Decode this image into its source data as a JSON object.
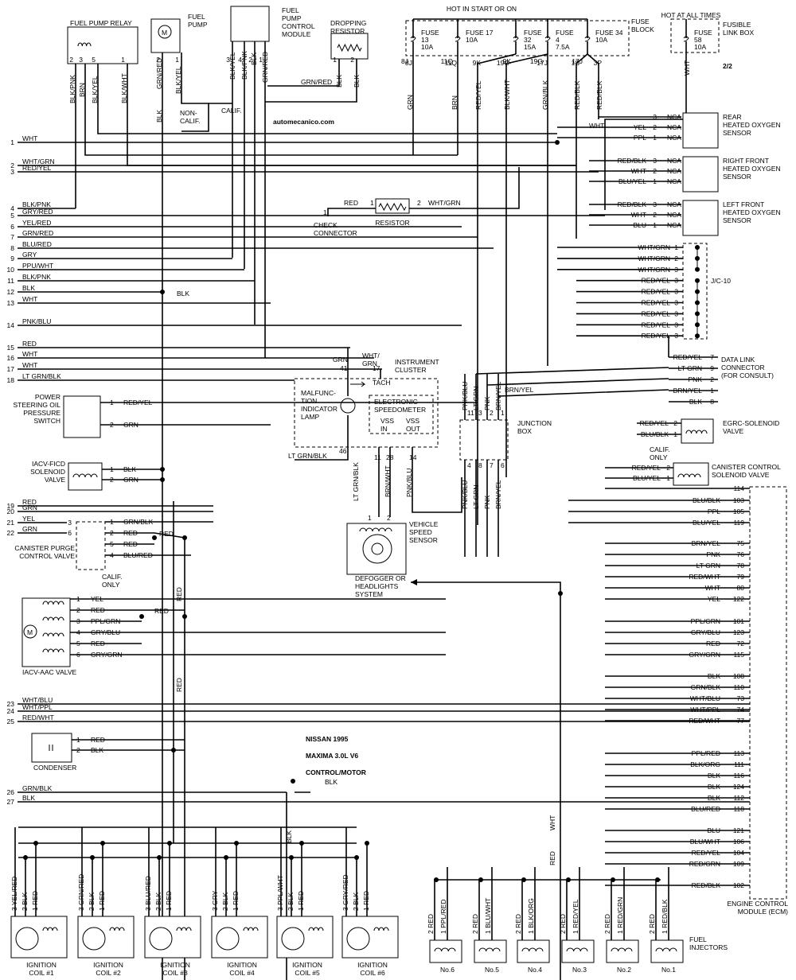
{
  "header": {
    "site": "automecanico.com",
    "page": "2/2",
    "hot_start": "HOT IN START OR ON",
    "hot_all": "HOT AT ALL TIMES",
    "fuse_block": "FUSE\nBLOCK",
    "fusible_box": "FUSIBLE\nLINK BOX"
  },
  "title": [
    "NISSAN 1995",
    "MAXIMA 3.0L V6",
    "CONTROL/MOTOR"
  ],
  "fuses": [
    {
      "label": "FUSE\n13\n10A",
      "pin": "8J",
      "wire": "GRN"
    },
    {
      "label": "FUSE 17\n10A",
      "pin": "11Q",
      "wire": "BRN"
    },
    {
      "label": "FUSE\n32\n15A",
      "pin": "9K",
      "wire": "RED/YEL"
    },
    {
      "label": "FUSE\n4\n7.5A",
      "pin": "19G",
      "wire": "BLK/WHT"
    },
    {
      "label": "FUSE 34\n10A",
      "pin": "17J",
      "wire": "GRN/BLK"
    },
    {
      "label": "FUSE\n58\n10A",
      "pin": "",
      "wire": "WHT"
    }
  ],
  "extra_pins": [
    {
      "pin": "1S",
      "wire": "RED/BLK"
    },
    {
      "pin": "3P",
      "wire": "RED/BLK"
    }
  ],
  "top_components": {
    "relay": "FUEL PUMP RELAY",
    "pump": "FUEL\nPUMP",
    "pcm": "FUEL\nPUMP\nCONTROL\nMODULE",
    "resistor": "DROPPING\nRESISTOR",
    "non_calif": "NON-\nCALIF.",
    "calif": "CALIF."
  },
  "top_wires": [
    {
      "pin": "2",
      "wire": "BLK/PNK"
    },
    {
      "pin": "3",
      "wire": "BRN"
    },
    {
      "pin": "5",
      "wire": "BLK/YEL"
    },
    {
      "pin": "1",
      "wire": "BLK/WHT"
    },
    {
      "pin": "2",
      "wire": "GRN/RED"
    },
    {
      "pin": "1",
      "wire": "BLK/YEL"
    },
    {
      "pin": "3",
      "wire": "BLK/YEL"
    },
    {
      "pin": "4",
      "wire": "BLK/PNK"
    },
    {
      "pin": "2",
      "wire": "BLK"
    },
    {
      "pin": "1",
      "wire": "GRN/RED"
    },
    {
      "pin": "1",
      "wire": "BLK"
    },
    {
      "pin": "2",
      "wire": "BLK"
    },
    {
      "pin": "",
      "wire": "GRN/RED"
    },
    {
      "pin": "",
      "wire": "BLK"
    }
  ],
  "left_rows": [
    {
      "n": "1",
      "wire": "WHT"
    },
    {
      "n": "2",
      "wire": "WHT/GRN"
    },
    {
      "n": "3",
      "wire": "RED/YEL"
    },
    {
      "n": "4",
      "wire": "BLK/PNK"
    },
    {
      "n": "5",
      "wire": "GRY/RED"
    },
    {
      "n": "6",
      "wire": "YEL/RED"
    },
    {
      "n": "7",
      "wire": "GRN/RED"
    },
    {
      "n": "8",
      "wire": "BLU/RED"
    },
    {
      "n": "9",
      "wire": "GRY"
    },
    {
      "n": "10",
      "wire": "PPU/WHT"
    },
    {
      "n": "11",
      "wire": "BLK/PNK"
    },
    {
      "n": "12",
      "wire": "BLK"
    },
    {
      "n": "13",
      "wire": "WHT"
    },
    {
      "n": "14",
      "wire": "PNK/BLU"
    },
    {
      "n": "15",
      "wire": "RED"
    },
    {
      "n": "16",
      "wire": "WHT"
    },
    {
      "n": "17",
      "wire": "WHT"
    },
    {
      "n": "18",
      "wire": "LT GRN/BLK"
    },
    {
      "n": "19",
      "wire": "RED"
    },
    {
      "n": "20",
      "wire": "GRN"
    },
    {
      "n": "21",
      "wire": "YEL"
    },
    {
      "n": "22",
      "wire": "GRN"
    },
    {
      "n": "23",
      "wire": "WHT/BLU"
    },
    {
      "n": "24",
      "wire": "WHT/PPL"
    },
    {
      "n": "25",
      "wire": "RED/WHT"
    },
    {
      "n": "26",
      "wire": "GRN/BLK"
    },
    {
      "n": "27",
      "wire": "BLK"
    }
  ],
  "sensors": [
    {
      "name": "REAR\nHEATED OXYGEN\nSENSOR",
      "pins": [
        {
          "n": "3",
          "wire": "",
          "nca": "NCA"
        },
        {
          "n": "2",
          "wire": "YEL",
          "nca": "NCA"
        },
        {
          "n": "1",
          "wire": "PPL",
          "nca": "NCA"
        }
      ]
    },
    {
      "name": "RIGHT FRONT\nHEATED OXYGEN\nSENSOR",
      "pins": [
        {
          "n": "3",
          "wire": "RED/BLK",
          "nca": "NCA"
        },
        {
          "n": "2",
          "wire": "WHT",
          "nca": "NCA"
        },
        {
          "n": "1",
          "wire": "BLU/YEL",
          "nca": "NCA"
        }
      ]
    },
    {
      "name": "LEFT FRONT\nHEATED OXYGEN\nSENSOR",
      "pins": [
        {
          "n": "3",
          "wire": "RED/BLK",
          "nca": "NCA"
        },
        {
          "n": "2",
          "wire": "WHT",
          "nca": "NCA"
        },
        {
          "n": "1",
          "wire": "BLU",
          "nca": "NCA"
        }
      ]
    }
  ],
  "jc10": {
    "label": "J/C-10",
    "pins": [
      {
        "n": "1",
        "wire": "WHT/GRN"
      },
      {
        "n": "2",
        "wire": "WHT/GRN"
      },
      {
        "n": "3",
        "wire": "WHT/GRN"
      },
      {
        "n": "3",
        "wire": "RED/YEL"
      },
      {
        "n": "3",
        "wire": "RED/YEL"
      },
      {
        "n": "3",
        "wire": "RED/YEL"
      },
      {
        "n": "3",
        "wire": "RED/YEL"
      },
      {
        "n": "3",
        "wire": "RED/YEL"
      },
      {
        "n": "3",
        "wire": "RED/YEL"
      }
    ]
  },
  "dlc": {
    "label": "DATA LINK\nCONNECTOR\n(FOR CONSULT)",
    "pins": [
      {
        "n": "7",
        "wire": "RED/YEL"
      },
      {
        "n": "9",
        "wire": "LT GRN"
      },
      {
        "n": "2",
        "wire": "PNK"
      },
      {
        "n": "1",
        "wire": "BRN/YEL"
      },
      {
        "n": "8",
        "wire": "BLK"
      }
    ]
  },
  "egrc": {
    "label": "EGRC-SOLENOID\nVALVE",
    "pins": [
      {
        "n": "2",
        "wire": "RED/YEL"
      },
      {
        "n": "1",
        "wire": "BLU/BLK"
      }
    ]
  },
  "canister_ctrl": {
    "label": "CANISTER CONTROL\nSOLENOID VALVE",
    "note": "CALIF.\nONLY",
    "pins": [
      {
        "n": "2",
        "wire": "RED/YEL"
      },
      {
        "n": "1",
        "wire": "BLU/YEL"
      }
    ]
  },
  "ecm": {
    "label": "ENGINE CONTROL\nMODULE (ECM)",
    "pins": [
      {
        "n": "114",
        "wire": ""
      },
      {
        "n": "103",
        "wire": "BLU/BLK"
      },
      {
        "n": "105",
        "wire": "PPL"
      },
      {
        "n": "119",
        "wire": "BLU/YEL"
      },
      {
        "n": "75",
        "wire": "BRN/YEL"
      },
      {
        "n": "76",
        "wire": "PNK"
      },
      {
        "n": "78",
        "wire": "LT GRN"
      },
      {
        "n": "79",
        "wire": "RED/WHT"
      },
      {
        "n": "80",
        "wire": "WHT"
      },
      {
        "n": "122",
        "wire": "YEL"
      },
      {
        "n": "101",
        "wire": "PPL/GRN"
      },
      {
        "n": "123",
        "wire": "GRY/BLU"
      },
      {
        "n": "72",
        "wire": "RED"
      },
      {
        "n": "115",
        "wire": "GRY/GRN"
      },
      {
        "n": "108",
        "wire": "BLK"
      },
      {
        "n": "110",
        "wire": "GRN/BLK"
      },
      {
        "n": "73",
        "wire": "WHT/BLU"
      },
      {
        "n": "74",
        "wire": "WHT/PPL"
      },
      {
        "n": "77",
        "wire": "RED/WHT"
      },
      {
        "n": "113",
        "wire": "PPL/RED"
      },
      {
        "n": "111",
        "wire": "BLK/ORG"
      },
      {
        "n": "116",
        "wire": "BLK"
      },
      {
        "n": "124",
        "wire": "BLK"
      },
      {
        "n": "112",
        "wire": "BLK"
      },
      {
        "n": "118",
        "wire": "BLU/RED"
      },
      {
        "n": "121",
        "wire": "BLU"
      },
      {
        "n": "106",
        "wire": "BLU/WHT"
      },
      {
        "n": "104",
        "wire": "RED/YEL"
      },
      {
        "n": "109",
        "wire": "RED/GRN"
      },
      {
        "n": "102",
        "wire": "RED/BLK"
      }
    ]
  },
  "check": {
    "label": "CHECK\nCONNECTOR",
    "resistor": "RESISTOR",
    "pin_left": "1",
    "pin_l": "1",
    "pin_r": "2",
    "wire_left": "RED",
    "wire_right": "WHT/GRN"
  },
  "cluster": {
    "label": "INSTRUMENT\nCLUSTER",
    "mil": "MALFUNC-\nTION\nINDICATOR\nLAMP",
    "speedo": "ELECTRONIC\nSPEEDOMETER",
    "vss_in": "VSS\nIN",
    "vss_out": "VSS\nOUT",
    "tach": "TACH",
    "pins": [
      {
        "n": "41",
        "wire": "GRN"
      },
      {
        "n": "17",
        "wire": "WHT/\nGRN"
      },
      {
        "n": "46",
        "wire": "LT GRN/BLK"
      },
      {
        "n": "11",
        "wire": "LT GRN/BLK"
      },
      {
        "n": "28",
        "wire": "BRN/WHT"
      },
      {
        "n": "14",
        "wire": "PNK/BLU"
      }
    ]
  },
  "junction": {
    "label": "JUNCTION\nBOX",
    "top": [
      {
        "n": "11",
        "wire": "PNK/BLU"
      },
      {
        "n": "3",
        "wire": "LT GRN"
      },
      {
        "n": "2",
        "wire": "PNK"
      },
      {
        "n": "1",
        "wire": "BRN/YEL"
      }
    ],
    "bottom": [
      {
        "n": "4",
        "wire": "PNK/BLU"
      },
      {
        "n": "8",
        "wire": "LT GRN"
      },
      {
        "n": "7",
        "wire": "PNK"
      },
      {
        "n": "6",
        "wire": "BRN/YEL"
      }
    ]
  },
  "vss": {
    "label": "VEHICLE\nSPEED\nSENSOR",
    "pins": [
      {
        "n": "1"
      },
      {
        "n": "2"
      }
    ]
  },
  "defogger": "DEFOGGER OR\nHEADLIGHTS\nSYSTEM",
  "left_components": {
    "psps": {
      "label": "POWER\nSTEERING OIL\nPRESSURE\nSWITCH",
      "pins": [
        {
          "n": "1",
          "wire": "RED/YEL"
        },
        {
          "n": "2",
          "wire": "GRN"
        }
      ]
    },
    "iacv_ficd": {
      "label": "IACV-FICD\nSOLENOID\nVALVE",
      "pins": [
        {
          "n": "1",
          "wire": "BLK"
        },
        {
          "n": "2",
          "wire": "GRN"
        }
      ]
    },
    "purge": {
      "label": "CANISTER PURGE\nCONTROL VALVE",
      "note": "CALIF.\nONLY",
      "pins_l": [
        "3",
        "6"
      ],
      "pins_r": [
        {
          "n": "1",
          "wire": "GRN/BLK"
        },
        {
          "n": "2",
          "wire": "RED"
        },
        {
          "n": "5",
          "wire": "RED"
        },
        {
          "n": "4",
          "wire": "BLU/RED"
        }
      ],
      "red": "RED"
    },
    "iacv_aac": {
      "label": "IACV-AAC VALVE",
      "pins": [
        {
          "n": "1",
          "wire": "YEL"
        },
        {
          "n": "2",
          "wire": "RED"
        },
        {
          "n": "3",
          "wire": "PPL/GRN"
        },
        {
          "n": "4",
          "wire": "GRY/BLU"
        },
        {
          "n": "5",
          "wire": "RED"
        },
        {
          "n": "6",
          "wire": "GRY/GRN"
        }
      ],
      "red": "RED"
    },
    "condenser": {
      "label": "CONDENSER",
      "pins": [
        {
          "n": "1",
          "wire": "RED"
        },
        {
          "n": "2",
          "wire": "BLK"
        }
      ]
    }
  },
  "vertical_labels": {
    "red1": "RED",
    "red2": "RED",
    "blk": "BLK",
    "blk2": "BLK",
    "wht": "WHT",
    "red3": "RED"
  },
  "coils": [
    {
      "label": "IGNITION\nCOIL #1",
      "w3": "YEL/RED",
      "w2": "BLK",
      "w1": "RED"
    },
    {
      "label": "IGNITION\nCOIL #2",
      "w3": "GRN/RED",
      "w2": "BLK",
      "w1": "RED"
    },
    {
      "label": "IGNITION\nCOIL #3",
      "w3": "BLU/RED",
      "w2": "BLK",
      "w1": "RED"
    },
    {
      "label": "IGNITION\nCOIL #4",
      "w3": "GRY",
      "w2": "BLK",
      "w1": "RED"
    },
    {
      "label": "IGNITION\nCOIL #5",
      "w3": "PPL/WHT",
      "w2": "BLK",
      "w1": "RED"
    },
    {
      "label": "IGNITION\nCOIL #6",
      "w3": "GRY/RED",
      "w2": "BLK",
      "w1": "RED"
    }
  ],
  "injectors": {
    "label": "FUEL\nINJECTORS",
    "items": [
      {
        "label": "No.6",
        "w2": "RED",
        "w1": "PPL/RED"
      },
      {
        "label": "No.5",
        "w2": "RED",
        "w1": "BLU/WHT"
      },
      {
        "label": "No.4",
        "w2": "RED",
        "w1": "BLK/ORG"
      },
      {
        "label": "No.3",
        "w2": "RED",
        "w1": "RED/YEL"
      },
      {
        "label": "No.2",
        "w2": "RED",
        "w1": "RED/GRN"
      },
      {
        "label": "No.1",
        "w2": "RED",
        "w1": "RED/BLK"
      }
    ]
  }
}
